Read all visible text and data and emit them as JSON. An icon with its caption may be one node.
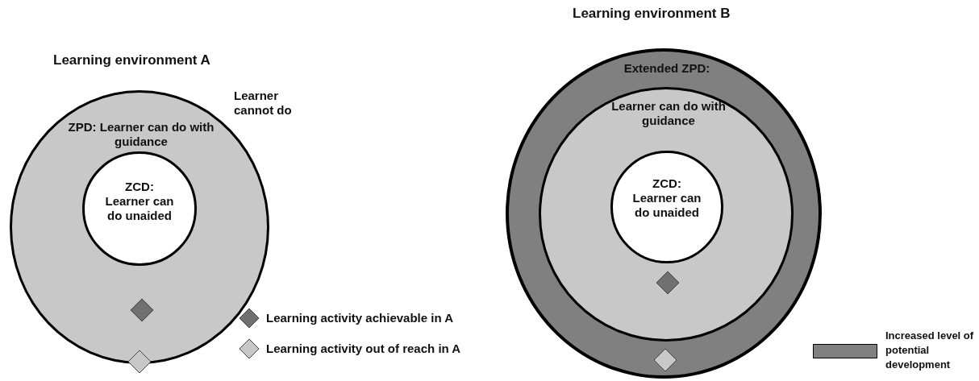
{
  "diagram": {
    "nodes": [
      {
        "text": [
          "ZPD: Learner can do with guidance"
        ]
      },
      {
        "text": [
          "ZCD: Learner can do unaided"
        ],
        "in": 0
      },
      {
        "text": [],
        "shape": "diamond",
        "in": 0
      },
      {
        "text": [],
        "shape": "diamond"
      },
      {
        "text": [
          "Extended ZPD:"
        ]
      },
      {
        "text": [
          "Learner can do with guidance"
        ],
        "in": 4
      },
      {
        "text": [
          "ZCD: Learner can do unaided"
        ],
        "in": 5
      },
      {
        "text": [],
        "shape": "diamond",
        "in": 5
      },
      {
        "text": [],
        "shape": "diamond",
        "in": 4
      }
    ],
    "edges": [],
    "labels": [
      "Learning environment A",
      "Learner cannot do",
      "Learning environment B"
    ],
    "legend": [
      {
        "text": "Learning activity achievable in A"
      },
      {
        "text": "Learning activity out of reach in A"
      },
      {
        "text": "Increased level of potential development",
        "color": "#808080"
      }
    ]
  }
}
